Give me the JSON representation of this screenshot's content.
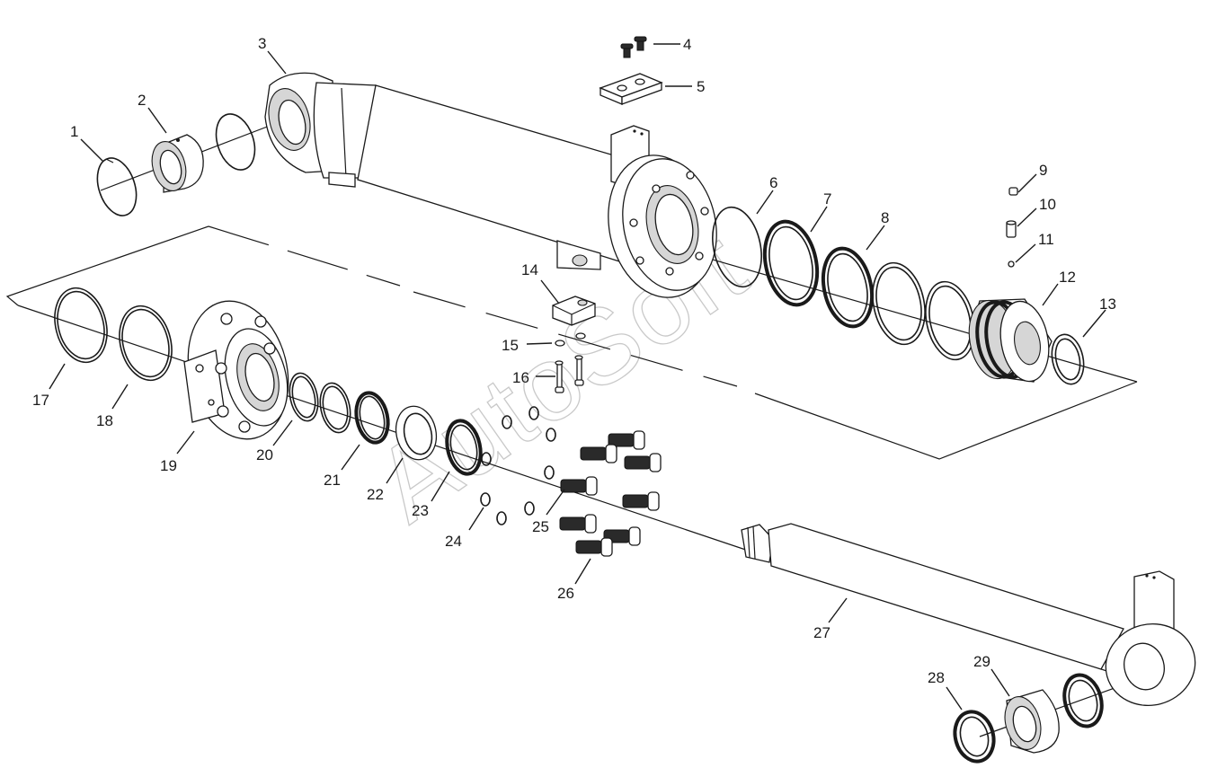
{
  "watermark": "AutoSoft",
  "callouts": [
    {
      "id": "1",
      "label": "1"
    },
    {
      "id": "2",
      "label": "2"
    },
    {
      "id": "3",
      "label": "3"
    },
    {
      "id": "4",
      "label": "4"
    },
    {
      "id": "5",
      "label": "5"
    },
    {
      "id": "6",
      "label": "6"
    },
    {
      "id": "7",
      "label": "7"
    },
    {
      "id": "8",
      "label": "8"
    },
    {
      "id": "9",
      "label": "9"
    },
    {
      "id": "10",
      "label": "10"
    },
    {
      "id": "11",
      "label": "11"
    },
    {
      "id": "12",
      "label": "12"
    },
    {
      "id": "13",
      "label": "13"
    },
    {
      "id": "14",
      "label": "14"
    },
    {
      "id": "15",
      "label": "15"
    },
    {
      "id": "16",
      "label": "16"
    },
    {
      "id": "17",
      "label": "17"
    },
    {
      "id": "18",
      "label": "18"
    },
    {
      "id": "19",
      "label": "19"
    },
    {
      "id": "20",
      "label": "20"
    },
    {
      "id": "21",
      "label": "21"
    },
    {
      "id": "22",
      "label": "22"
    },
    {
      "id": "23",
      "label": "23"
    },
    {
      "id": "24",
      "label": "24"
    },
    {
      "id": "25",
      "label": "25"
    },
    {
      "id": "26",
      "label": "26"
    },
    {
      "id": "27",
      "label": "27"
    },
    {
      "id": "28",
      "label": "28"
    },
    {
      "id": "29",
      "label": "29"
    }
  ]
}
